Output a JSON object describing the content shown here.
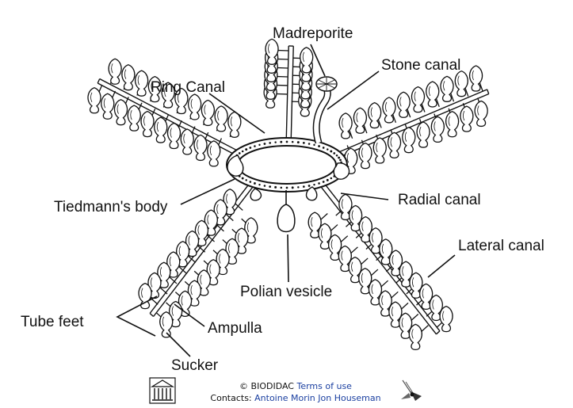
{
  "labels": {
    "madreporite": "Madreporite",
    "stone_canal": "Stone canal",
    "ring_canal": "Ring Canal",
    "radial_canal": "Radial canal",
    "tiedmanns_body": "Tiedmann's body",
    "lateral_canal": "Lateral canal",
    "polian_vesicle": "Polian vesicle",
    "tube_feet": "Tube feet",
    "ampulla": "Ampulla",
    "sucker": "Sucker"
  },
  "footer": {
    "copyright": "© BIODIDAC",
    "terms": "Terms of use",
    "contacts_label": "Contacts:",
    "contact_1": "Antoine Morin",
    "contact_2": "Jon Houseman"
  },
  "colors": {
    "ink": "#111111",
    "link": "#1a3fa0",
    "background": "#ffffff"
  },
  "icons": {
    "left_logo": "museum-building-icon",
    "right_logo": "insect-logo-icon"
  }
}
